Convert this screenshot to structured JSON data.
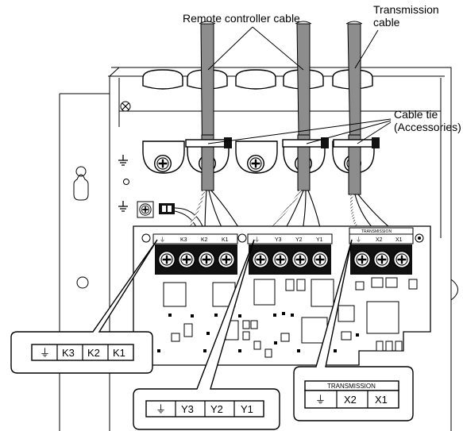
{
  "labels": {
    "remote_controller_cable": "Remote controller cable",
    "transmission_cable_line1": "Transmission",
    "transmission_cable_line2": "cable",
    "cable_tie_line1": "Cable tie",
    "cable_tie_line2": "(Accessories)"
  },
  "terminal_blocks": [
    {
      "id": "k",
      "terminals": [
        "⏚",
        "K3",
        "K2",
        "K1"
      ]
    },
    {
      "id": "y",
      "terminals": [
        "⏚",
        "Y3",
        "Y2",
        "Y1"
      ]
    },
    {
      "id": "x",
      "header": "TRANSMISSION",
      "terminals": [
        "⏚",
        "X2",
        "X1"
      ]
    }
  ],
  "board_labels": {
    "k": [
      "⏚",
      "K3",
      "K2",
      "K1"
    ],
    "y": [
      "⏚",
      "Y3",
      "Y2",
      "Y1"
    ],
    "x_header": "TRANSMISSION",
    "x": [
      "⏚",
      "X2",
      "X1"
    ]
  },
  "colors": {
    "cable": "#8d8d8d",
    "terminal_block": "#111111",
    "line": "#000000"
  },
  "icons": [
    "ground-symbol-icon",
    "screw-icon",
    "keyhole-slot-icon",
    "cable-tie-icon",
    "grommet-icon"
  ]
}
